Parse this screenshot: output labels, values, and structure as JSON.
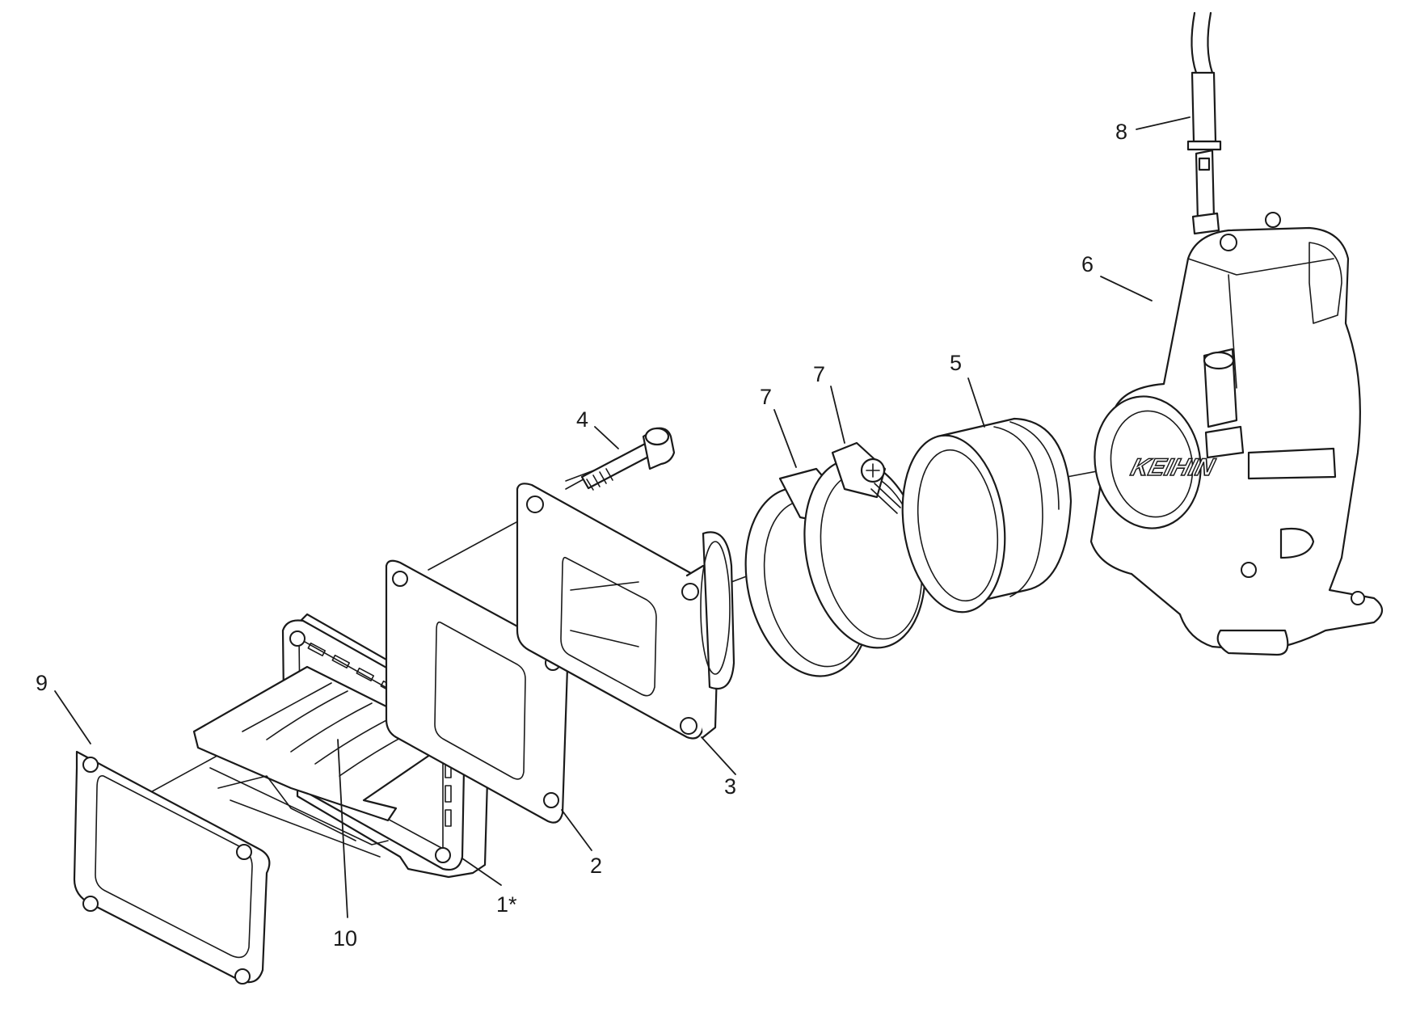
{
  "diagram": {
    "brand_logo": "KEIHIN",
    "callouts": [
      {
        "id": "part-1",
        "label": "1*"
      },
      {
        "id": "part-2",
        "label": "2"
      },
      {
        "id": "part-3",
        "label": "3"
      },
      {
        "id": "part-4",
        "label": "4"
      },
      {
        "id": "part-5",
        "label": "5"
      },
      {
        "id": "part-6",
        "label": "6"
      },
      {
        "id": "part-7a",
        "label": "7"
      },
      {
        "id": "part-7b",
        "label": "7"
      },
      {
        "id": "part-8",
        "label": "8"
      },
      {
        "id": "part-9",
        "label": "9"
      },
      {
        "id": "part-10",
        "label": "10"
      }
    ]
  }
}
